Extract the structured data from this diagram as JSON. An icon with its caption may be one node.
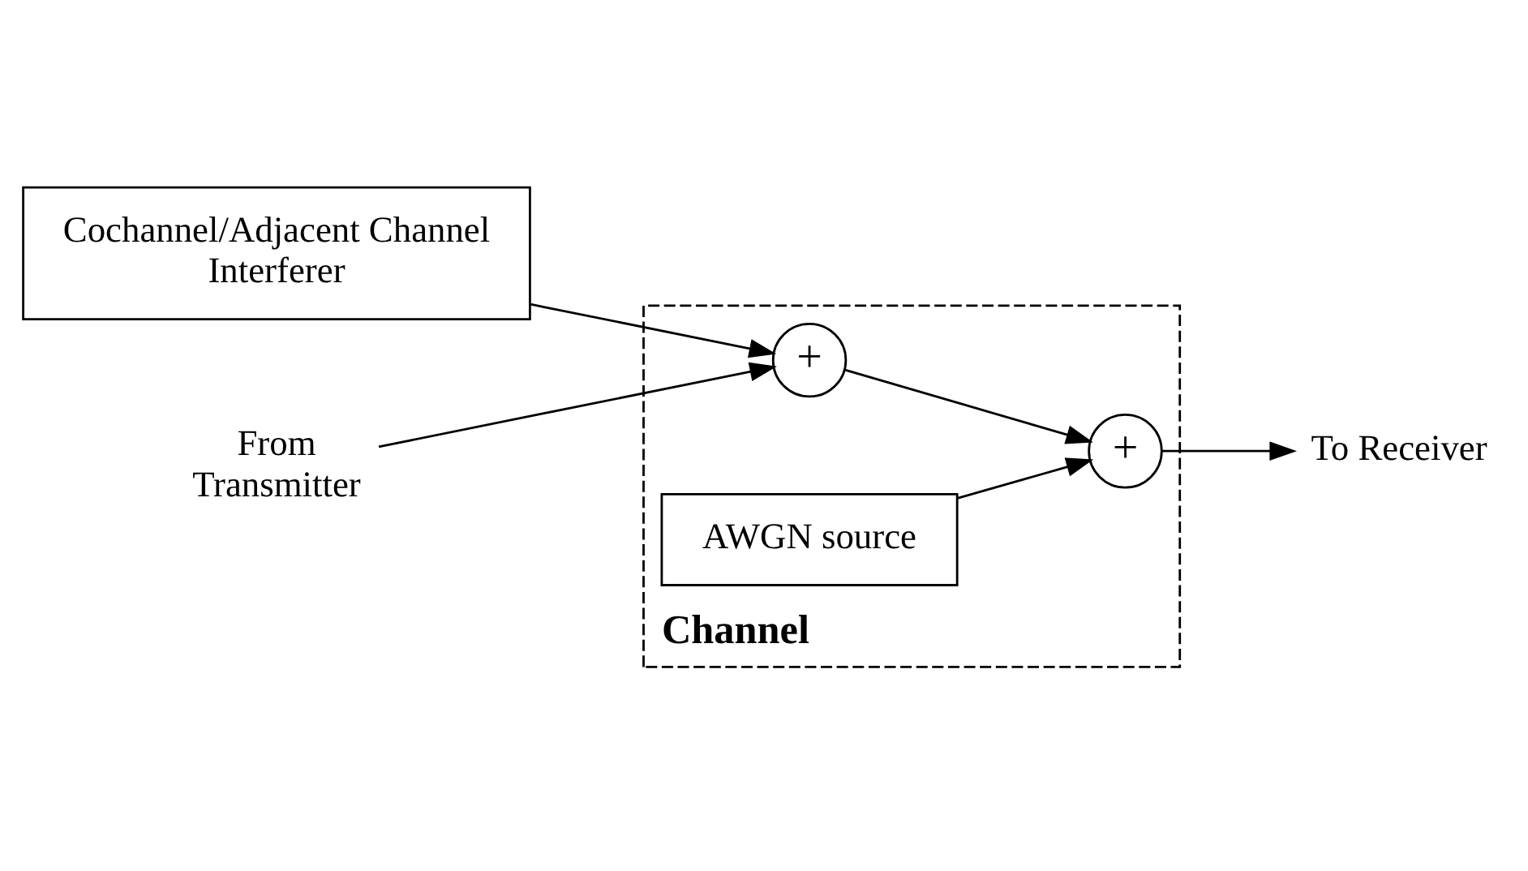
{
  "diagram": {
    "nodes": [
      {
        "text": [
          "Channel"
        ]
      },
      {
        "text": [
          "Cochannel/Adjacent Channel Interferer"
        ]
      },
      {
        "text": [
          "+"
        ],
        "in": 0
      },
      {
        "text": [
          "+"
        ],
        "in": 0
      },
      {
        "text": [
          "AWGN source"
        ],
        "in": 0
      },
      {
        "text": [
          "From Transmitter"
        ]
      },
      {
        "text": [
          "To Receiver"
        ]
      }
    ],
    "edges": [
      {
        "from": 5,
        "to": 2,
        "arrow": "to"
      },
      {
        "from": 1,
        "to": 2,
        "arrow": "to"
      },
      {
        "from": 2,
        "to": 3,
        "arrow": "to"
      },
      {
        "from": 4,
        "to": 3,
        "arrow": "to"
      },
      {
        "from": 3,
        "to": 6,
        "arrow": "to"
      }
    ]
  }
}
